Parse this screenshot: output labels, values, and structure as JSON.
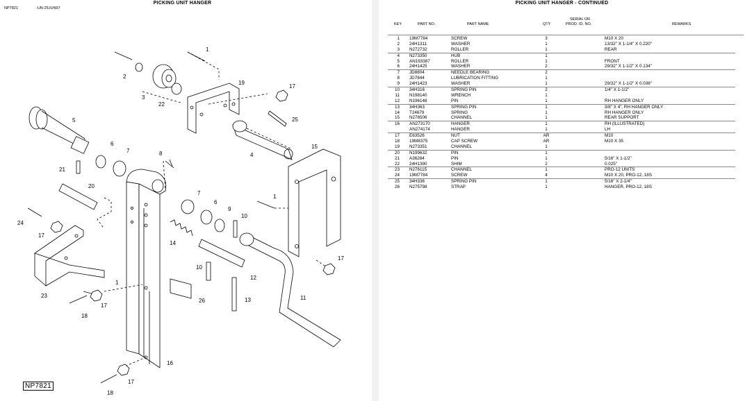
{
  "left_page": {
    "title": "PICKING UNIT HANGER",
    "code": "NP7821",
    "date_code": "-UN-25JUN97",
    "figure_label": "NP7821",
    "callouts": [
      "1",
      "2",
      "3",
      "22",
      "5",
      "6",
      "7",
      "19",
      "17",
      "25",
      "4",
      "8",
      "15",
      "21",
      "20",
      "24",
      "17",
      "23",
      "7",
      "6",
      "9",
      "10",
      "1",
      "14",
      "10",
      "12",
      "13",
      "11",
      "17",
      "26",
      "16",
      "17",
      "18",
      "1",
      "17",
      "18"
    ]
  },
  "right_page": {
    "title": "PICKING UNIT HANGER - CONTINUED",
    "headers": {
      "key": "KEY",
      "part_no": "PART NO.",
      "part_name": "PART NAME",
      "qty": "QTY",
      "serial_line1": "SERIAL OR",
      "serial_line2": "PROD. ID. NO.",
      "remarks": "REMARKS"
    },
    "rows": [
      {
        "key": "1",
        "part": "19M7784",
        "name": "SCREW",
        "qty": "3",
        "rem": "M10 X 20"
      },
      {
        "key": "2",
        "part": "24H1311",
        "name": "WASHER",
        "qty": "1",
        "rem": "13/32\" X 1-1/4\" X 0.220\""
      },
      {
        "key": "3",
        "part": "N272732",
        "name": "ROLLER",
        "qty": "1",
        "rem": "REAR"
      },
      {
        "key": "4",
        "part": "N273350",
        "name": "HUB",
        "qty": "1",
        "rem": ""
      },
      {
        "key": "5",
        "part": "AN193387",
        "name": "ROLLER",
        "qty": "1",
        "rem": "FRONT"
      },
      {
        "key": "6",
        "part": "24H1425",
        "name": "WASHER",
        "qty": "2",
        "rem": "29/32\" X 1-1/2\" X 0.134\""
      },
      {
        "key": "7",
        "part": "JD8804",
        "name": "NEEDLE BEARING",
        "qty": "2",
        "rem": ""
      },
      {
        "key": "8",
        "part": "JD7844",
        "name": "LUBRICATION FITTING",
        "qty": "1",
        "rem": ""
      },
      {
        "key": "9",
        "part": "24H1423",
        "name": "WASHER",
        "qty": "1",
        "rem": "29/32\" X 1-1/2\" X 0.036\""
      },
      {
        "key": "10",
        "part": "34H316",
        "name": "SPRING PIN",
        "qty": "2",
        "rem": "1/4\" X 1-1/2\""
      },
      {
        "key": "11",
        "part": "N198140",
        "name": "WRENCH",
        "qty": "1",
        "rem": ""
      },
      {
        "key": "12",
        "part": "N196148",
        "name": "PIN",
        "qty": "1",
        "rem": "RH HANGER ONLY"
      },
      {
        "key": "13",
        "part": "34H363",
        "name": "SPRING PIN",
        "qty": "1",
        "rem": "3/8\" X 4\", RH HANGER ONLY"
      },
      {
        "key": "14",
        "part": "T24679",
        "name": "SPRING",
        "qty": "1",
        "rem": "RH HANGER ONLY"
      },
      {
        "key": "15",
        "part": "N276506",
        "name": "CHANNEL",
        "qty": "1",
        "rem": "REAR SUPPORT"
      },
      {
        "key": "16",
        "part": "AN273170",
        "name": "HANGER",
        "qty": "1",
        "rem": "RH (ILLUSTRATED)"
      },
      {
        "key": "",
        "part": "AN274174",
        "name": "HANGER",
        "qty": "1",
        "rem": "LH"
      },
      {
        "key": "17",
        "part": "E63526",
        "name": "NUT",
        "qty": "AR",
        "rem": "M10"
      },
      {
        "key": "18",
        "part": "19M8375",
        "name": "CAP SCREW",
        "qty": "AR",
        "rem": "M10 X 35"
      },
      {
        "key": "19",
        "part": "N273351",
        "name": "CHANNEL",
        "qty": "1",
        "rem": ""
      },
      {
        "key": "20",
        "part": "N199632",
        "name": "PIN",
        "qty": "1",
        "rem": ""
      },
      {
        "key": "21",
        "part": "A36284",
        "name": "PIN",
        "qty": "1",
        "rem": "5/16\" X 1-1/2\""
      },
      {
        "key": "22",
        "part": "24H1390",
        "name": "SHIM",
        "qty": "2",
        "rem": "0.025\""
      },
      {
        "key": "23",
        "part": "N276115",
        "name": "CHANNEL",
        "qty": "1",
        "rem": "PRO-12 UNITS"
      },
      {
        "key": "24",
        "part": "19M7784",
        "name": "SCREW",
        "qty": "4",
        "rem": "M10 X 20, PRO-12, 18S"
      },
      {
        "key": "25",
        "part": "34H336",
        "name": "SPRING PIN",
        "qty": "1",
        "rem": "5/16\" X 2-1/4\""
      },
      {
        "key": "26",
        "part": "N275798",
        "name": "STRAP",
        "qty": "1",
        "rem": "HANGER, PRO-12, 18S"
      }
    ]
  }
}
